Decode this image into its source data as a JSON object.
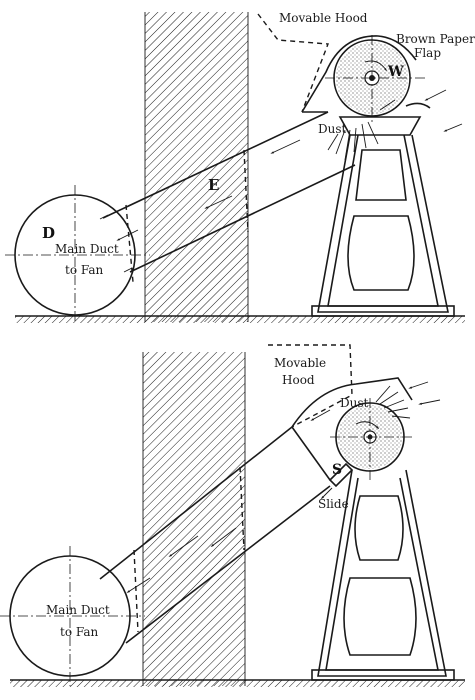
{
  "top": {
    "hood_label": "Movable Hood",
    "flap_label_1": "Brown Paper",
    "flap_label_2": "Flap",
    "wheel_label": "W",
    "dust_label": "Dust",
    "pipe_label": "E",
    "duct_letter": "D",
    "duct_label_1": "Main Duct",
    "duct_label_2": "to Fan"
  },
  "bottom": {
    "hood_label_1": "Movable",
    "hood_label_2": "Hood",
    "dust_label": "Dust",
    "slide_letter": "S",
    "slide_label": "Slide",
    "duct_label_1": "Main Duct",
    "duct_label_2": "to Fan"
  },
  "colors": {
    "ink": "#1a1a1a",
    "paper": "#ffffff"
  }
}
